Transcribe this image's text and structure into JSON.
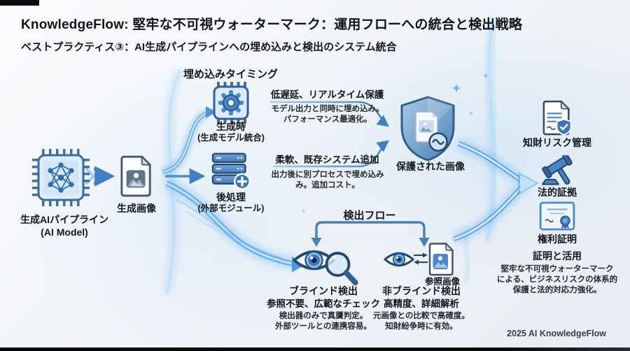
{
  "header": {
    "title": "KnowledgeFlow: 堅牢な不可視ウォーターマーク：運用フローへの統合と検出戦略",
    "subtitle": "ベストプラクティス③：AI生成パイプラインへの埋め込みと検出のシステム統合"
  },
  "pipeline": {
    "source": {
      "label1": "生成AIパイプライン",
      "label2": "(AI Model)"
    },
    "generated": {
      "label": "生成画像"
    }
  },
  "embedding": {
    "header": "埋め込みタイミング",
    "options": [
      {
        "label1": "生成時",
        "label2": "(生成モデル統合)",
        "benefit": "低遅延、リアルタイム保護",
        "desc1": "モデル出力と同時に埋め込み。",
        "desc2": "パフォーマンス最適化。"
      },
      {
        "label1": "後処理",
        "label2": "(外部モジュール)",
        "benefit": "柔軟、既存システム追加",
        "desc1": "出力後に別プロセスで埋め込み",
        "desc2": "み。追加コスト。"
      }
    ]
  },
  "protected": {
    "label": "保護された画像"
  },
  "outcomes": {
    "items": [
      {
        "label": "知財リスク管理"
      },
      {
        "label": "法的証拠"
      },
      {
        "label": "権利証明"
      }
    ],
    "summary": {
      "title": "証明と活用",
      "line1": "堅牢な不可視ウォーターマーク",
      "line2": "による、ビジネスリスクの体系的",
      "line3": "保護と法的対応力強化。"
    }
  },
  "detection": {
    "header": "検出フロー",
    "blind": {
      "title": "ブラインド検出",
      "benefit": "参照不要、広範なチェック",
      "desc1": "検出器のみで真贋判定。",
      "desc2": "外部ツールとの連携容易。"
    },
    "nonblind": {
      "ref_label": "参照画像",
      "title": "非ブラインド検出",
      "benefit": "高精度、詳細解析",
      "desc1": "元画像との比較で高確度。",
      "desc2": "知財紛争時に有効。"
    }
  },
  "footer": {
    "credit": "2025 AI KnowledgeFlow"
  },
  "colors": {
    "accent": "#3f7fc4",
    "glow": "#57a8e8",
    "ink": "#24486e"
  },
  "icons": {
    "source": "ai-chip-icon",
    "generated": "image-file-icon",
    "generation_time": "gear-chip-icon",
    "post_process": "server-plus-icon",
    "protected": "shield-image-icon",
    "ip_risk": "document-shield-icon",
    "legal": "gavel-icon",
    "rights": "certificate-icon",
    "blind": "eye-magnifier-icon",
    "nonblind": "eye-icon",
    "compare": "transfer-arrows-icon",
    "reference": "reference-image-icon"
  }
}
